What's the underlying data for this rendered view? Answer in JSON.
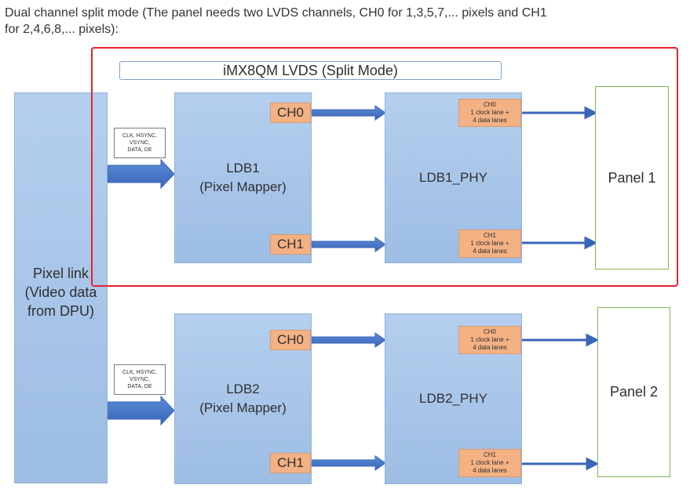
{
  "caption": {
    "line1": "Dual channel split mode (The panel needs two LVDS channels, CH0 for 1,3,5,7,... pixels and CH1",
    "line2": "for 2,4,6,8,... pixels):"
  },
  "diagram": {
    "highlight_title": "iMX8QM LVDS (Split Mode)",
    "pixel_link": {
      "line1": "Pixel link",
      "line2": "(Video data",
      "line3": "from DPU)"
    },
    "signals": {
      "line1": "CLK, HSYNC,",
      "line2": "VSYNC,",
      "line3": "DATA, DE"
    },
    "groups": [
      {
        "ldb_name": "LDB1",
        "ldb_sub": "(Pixel Mapper)",
        "ch0": "CH0",
        "ch1": "CH1",
        "phy": "LDB1_PHY",
        "phy_ch0": {
          "name": "CH0",
          "line1": "1 clock lane +",
          "line2": "4 data lanes"
        },
        "phy_ch1": {
          "name": "CH1",
          "line1": "1 clock lane +",
          "line2": "4 data lanes"
        },
        "panel": "Panel 1"
      },
      {
        "ldb_name": "LDB2",
        "ldb_sub": "(Pixel Mapper)",
        "ch0": "CH0",
        "ch1": "CH1",
        "phy": "LDB2_PHY",
        "phy_ch0": {
          "name": "CH0",
          "line1": "1 clock lane +",
          "line2": "4 data lanes"
        },
        "phy_ch1": {
          "name": "CH1",
          "line1": "1 clock lane +",
          "line2": "4 data lanes"
        },
        "panel": "Panel 2"
      }
    ],
    "colors": {
      "block_blue": "#a3c3e8",
      "channel_orange": "#f4b184",
      "arrow_blue": "#4472c4",
      "panel_border_green": "#7fb654",
      "highlight_red": "#e8222a"
    }
  }
}
